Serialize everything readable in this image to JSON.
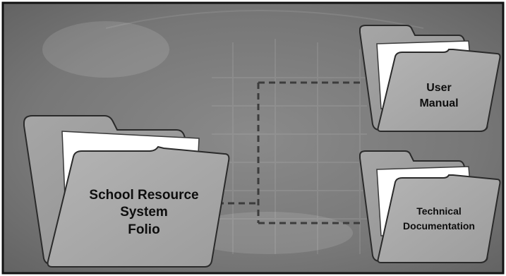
{
  "diagram": {
    "main_folder": {
      "line1": "School Resource",
      "line2": "System",
      "line3": "Folio"
    },
    "folder_user_manual": {
      "line1": "User",
      "line2": "Manual"
    },
    "folder_technical": {
      "line1": "Technical",
      "line2": "Documentation"
    },
    "connector_style": "dashed",
    "colors": {
      "background": "#7a7a7a",
      "folder_front": "#a8a8a8",
      "folder_back": "#9a9a9a",
      "paper": "#ffffff",
      "connector": "#3c3c3c",
      "label": "#0e0e0e"
    }
  }
}
